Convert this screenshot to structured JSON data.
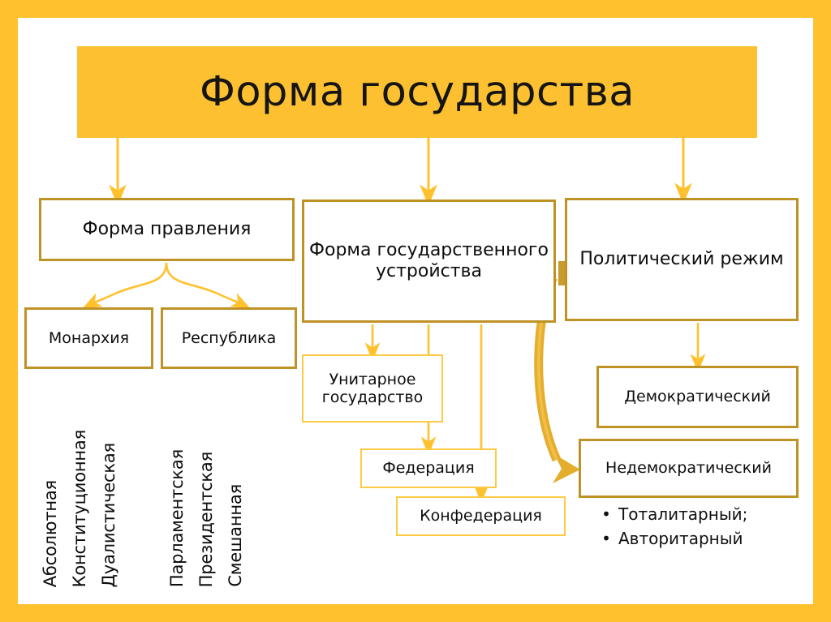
{
  "title": {
    "text": "Форма государства",
    "banner_color": "#FCC031"
  },
  "theme": {
    "frame_color": "#FFC22E",
    "box_border_strong": "#BF9226",
    "box_border_light": "#FFCA43",
    "arrow_color": "#FFC22E",
    "thick_arrow_color": "#E0A828",
    "text_color": "#0d0d0d",
    "page_background": "#FFFFFF"
  },
  "branches": {
    "form_of_government": {
      "label": "Форма правления",
      "children": [
        {
          "label": "Монархия",
          "subtypes": [
            "Абсолютная",
            "Конституционная",
            "Дуалистическая"
          ]
        },
        {
          "label": "Республика",
          "subtypes": [
            "Парламентская",
            "Президентская",
            "Смешанная"
          ]
        }
      ]
    },
    "state_structure": {
      "label": "Форма государственного устройства",
      "label_lines": [
        "Форма",
        "государственного",
        "устройства"
      ],
      "children": [
        {
          "label": "Унитарное государство",
          "label_lines": [
            "Унитарное",
            "государство"
          ]
        },
        {
          "label": "Федерация"
        },
        {
          "label": "Конфедерация"
        }
      ]
    },
    "political_regime": {
      "label": "Политический режим",
      "label_lines": [
        "Политический",
        "режим"
      ],
      "children": [
        {
          "label": "Демократический"
        },
        {
          "label": "Недемократический",
          "bullets": [
            "Тоталитарный;",
            "Авторитарный"
          ]
        }
      ]
    }
  },
  "bullet_glyph": "•"
}
